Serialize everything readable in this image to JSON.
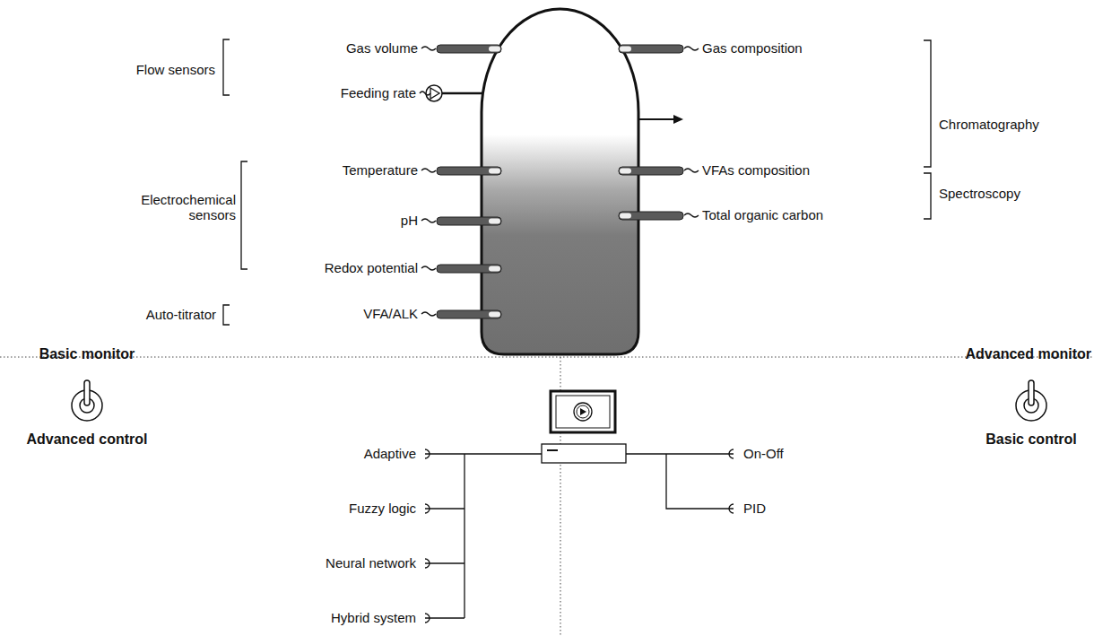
{
  "diagram": {
    "labels": [
      "Flow sensors",
      "Gas volume",
      "Feeding rate",
      "Electrochemical sensors",
      "Temperature",
      "pH",
      "Redox potential",
      "Auto-titrator",
      "VFA/ALK",
      "Gas composition",
      "Chromatography",
      "VFAs composition",
      "Spectroscopy",
      "Total organic carbon",
      "Basic monitor",
      "Advanced control",
      "Advanced monitor",
      "Basic control",
      "Adaptive",
      "Fuzzy logic",
      "Neural network",
      "Hybrid system",
      "On-Off",
      "PID"
    ]
  }
}
